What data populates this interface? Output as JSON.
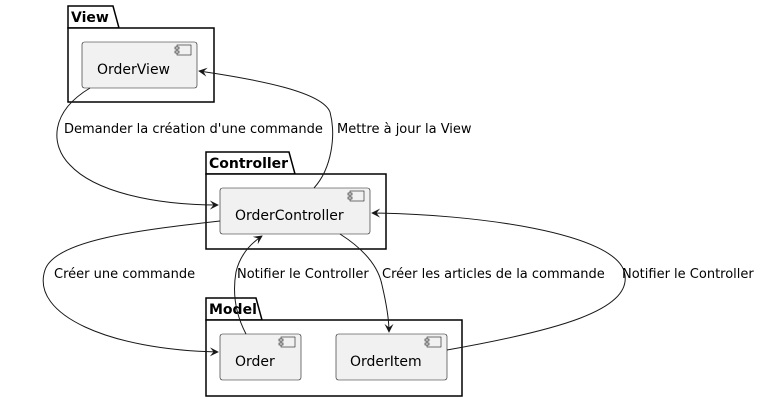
{
  "packages": {
    "view": "View",
    "controller": "Controller",
    "model": "Model"
  },
  "components": {
    "order_view": "OrderView",
    "order_controller": "OrderController",
    "order": "Order",
    "order_item": "OrderItem"
  },
  "edges": {
    "demander": "Demander la création d'une commande",
    "mettre_a_jour": "Mettre à jour la View",
    "creer_commande": "Créer une commande",
    "notifier_1": "Notifier le Controller",
    "creer_articles": "Créer les articles de la commande",
    "notifier_2": "Notifier le Controller"
  },
  "colors": {
    "component_fill": "#f1f1f1",
    "line": "#181818"
  }
}
